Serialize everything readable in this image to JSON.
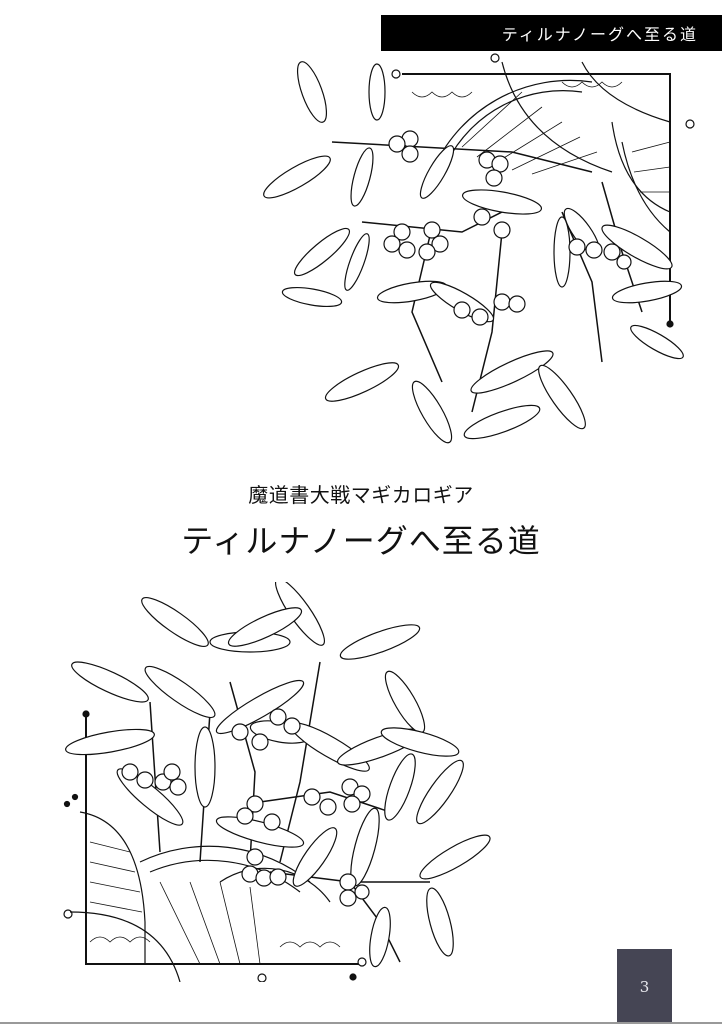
{
  "header": {
    "running_title": "ティルナノーグへ至る道",
    "band_color": "#000000"
  },
  "cover": {
    "subtitle": "魔道書大戦マギカロギア",
    "title": "ティルナノーグへ至る道"
  },
  "illustrations": {
    "top": "mistletoe-mandala-illustration",
    "bottom": "mistletoe-mandala-illustration"
  },
  "footer": {
    "page_number": "3",
    "badge_color": "#454554"
  }
}
